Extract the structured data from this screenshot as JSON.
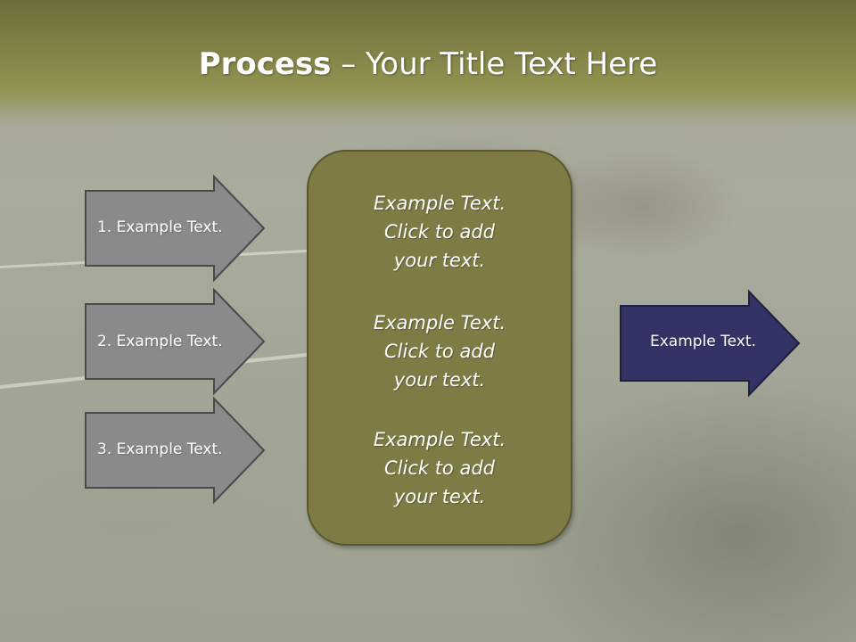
{
  "title": {
    "bold": "Process",
    "rest": " – Your Title Text Here"
  },
  "left_arrows": [
    {
      "label": "1. Example Text."
    },
    {
      "label": "2. Example Text."
    },
    {
      "label": "3. Example Text."
    }
  ],
  "center_box": {
    "blocks": [
      {
        "line1": "Example Text.",
        "line2": "Click  to add",
        "line3": "your text."
      },
      {
        "line1": "Example Text.",
        "line2": "Click  to add",
        "line3": "your text."
      },
      {
        "line1": "Example Text.",
        "line2": "Click  to add",
        "line3": "your text."
      }
    ]
  },
  "output_arrow": {
    "label": "Example Text."
  },
  "colors": {
    "title_band": "#7f7f46",
    "left_arrow_fill": "#8a8a8a",
    "center_box_fill": "#7f7b45",
    "output_arrow_fill": "#333366"
  }
}
